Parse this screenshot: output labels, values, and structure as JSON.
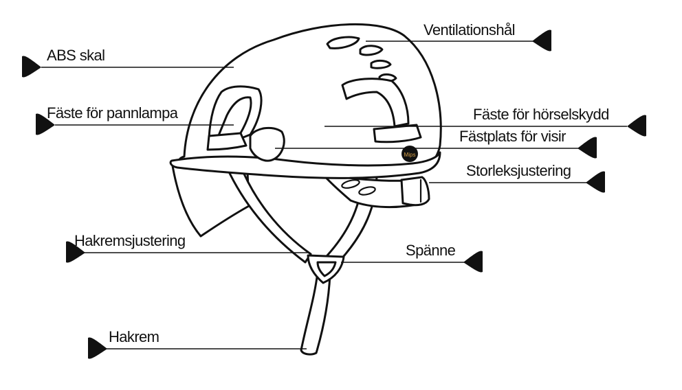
{
  "diagram": {
    "labels": {
      "abs_shell": "ABS skal",
      "ventilation": "Ventilationshål",
      "headlamp_mount": "Fäste för pannlampa",
      "earmuff_mount": "Fäste för hörselskydd",
      "visor_mount": "Fästplats för visir",
      "size_adjust": "Storleksjustering",
      "chinstrap_adjust": "Hakremsjustering",
      "buckle": "Spänne",
      "chinstrap": "Hakrem",
      "mips_logo": "Mips"
    },
    "colors": {
      "ink": "#111111",
      "background": "#ffffff",
      "mips_text": "#d8a24a"
    }
  }
}
